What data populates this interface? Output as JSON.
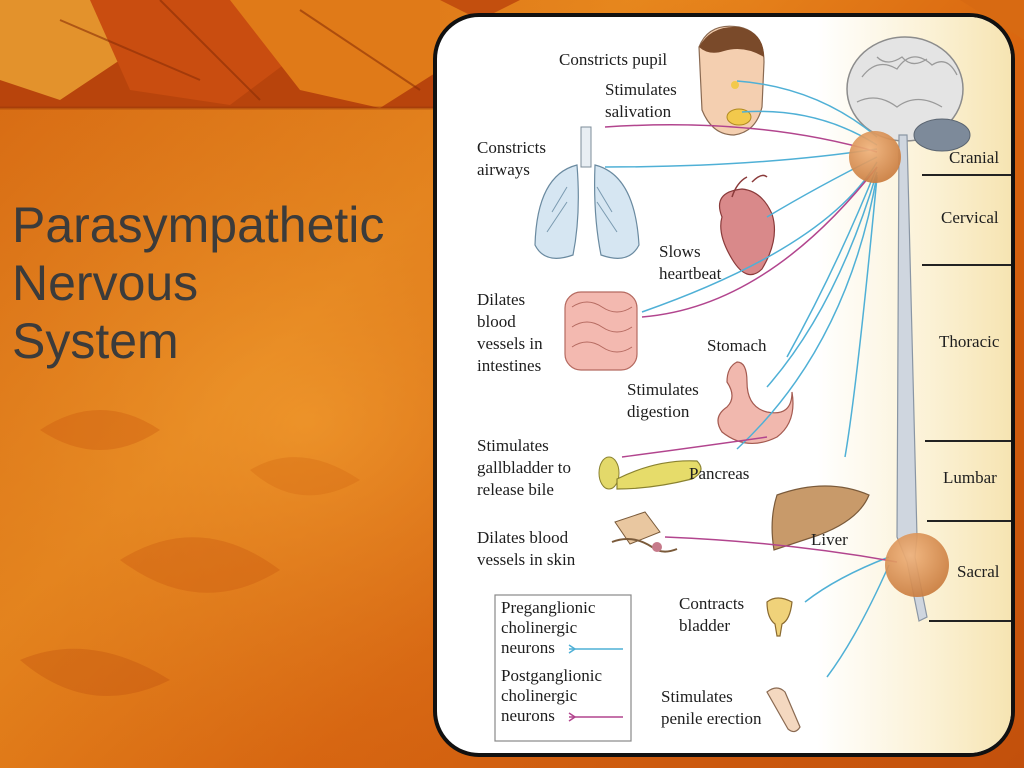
{
  "slide": {
    "title_lines": [
      "Parasympathetic",
      "Nervous",
      "System"
    ]
  },
  "diagram": {
    "segments": [
      "Cranial",
      "Cervical",
      "Thoracic",
      "Lumbar",
      "Sacral"
    ],
    "labels": {
      "pupil": "Constricts pupil",
      "salivation": [
        "Stimulates",
        "salivation"
      ],
      "airways": [
        "Constricts",
        "airways"
      ],
      "heartbeat": [
        "Slows",
        "heartbeat"
      ],
      "intestines": [
        "Dilates",
        "blood",
        "vessels in",
        "intestines"
      ],
      "stomach": "Stomach",
      "digestion": [
        "Stimulates",
        "digestion"
      ],
      "gallbladder": [
        "Stimulates",
        "gallbladder to",
        "release bile"
      ],
      "pancreas": "Pancreas",
      "skin": [
        "Dilates blood",
        "vessels in skin"
      ],
      "liver": "Liver",
      "bladder": [
        "Contracts",
        "bladder"
      ],
      "erection": [
        "Stimulates",
        "penile erection"
      ]
    },
    "legend": {
      "pre": [
        "Preganglionic",
        "cholinergic",
        "neurons"
      ],
      "post": [
        "Postganglionic",
        "cholinergic",
        "neurons"
      ]
    }
  },
  "colors": {
    "preganglionic": "#4fb0d6",
    "postganglionic": "#b2458e",
    "ganglion": "#d98a4a",
    "background": "#e07a18"
  }
}
